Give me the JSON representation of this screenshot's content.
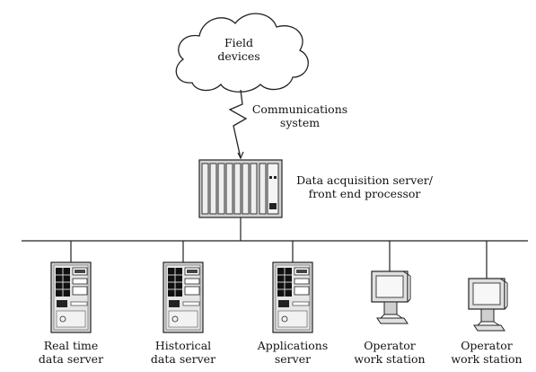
{
  "cloud": {
    "line1": "Field",
    "line2": "devices"
  },
  "link": {
    "line1": "Communications",
    "line2": "system"
  },
  "fep": {
    "line1": "Data acquisition server/",
    "line2": "front end processor"
  },
  "nodes": [
    {
      "line1": "Real time",
      "line2": "data server",
      "kind": "server"
    },
    {
      "line1": "Historical",
      "line2": "data server",
      "kind": "server"
    },
    {
      "line1": "Applications",
      "line2": "server",
      "kind": "server"
    },
    {
      "line1": "Operator",
      "line2": "work station",
      "kind": "workstation"
    },
    {
      "line1": "Operator",
      "line2": "work station",
      "kind": "workstation"
    }
  ]
}
